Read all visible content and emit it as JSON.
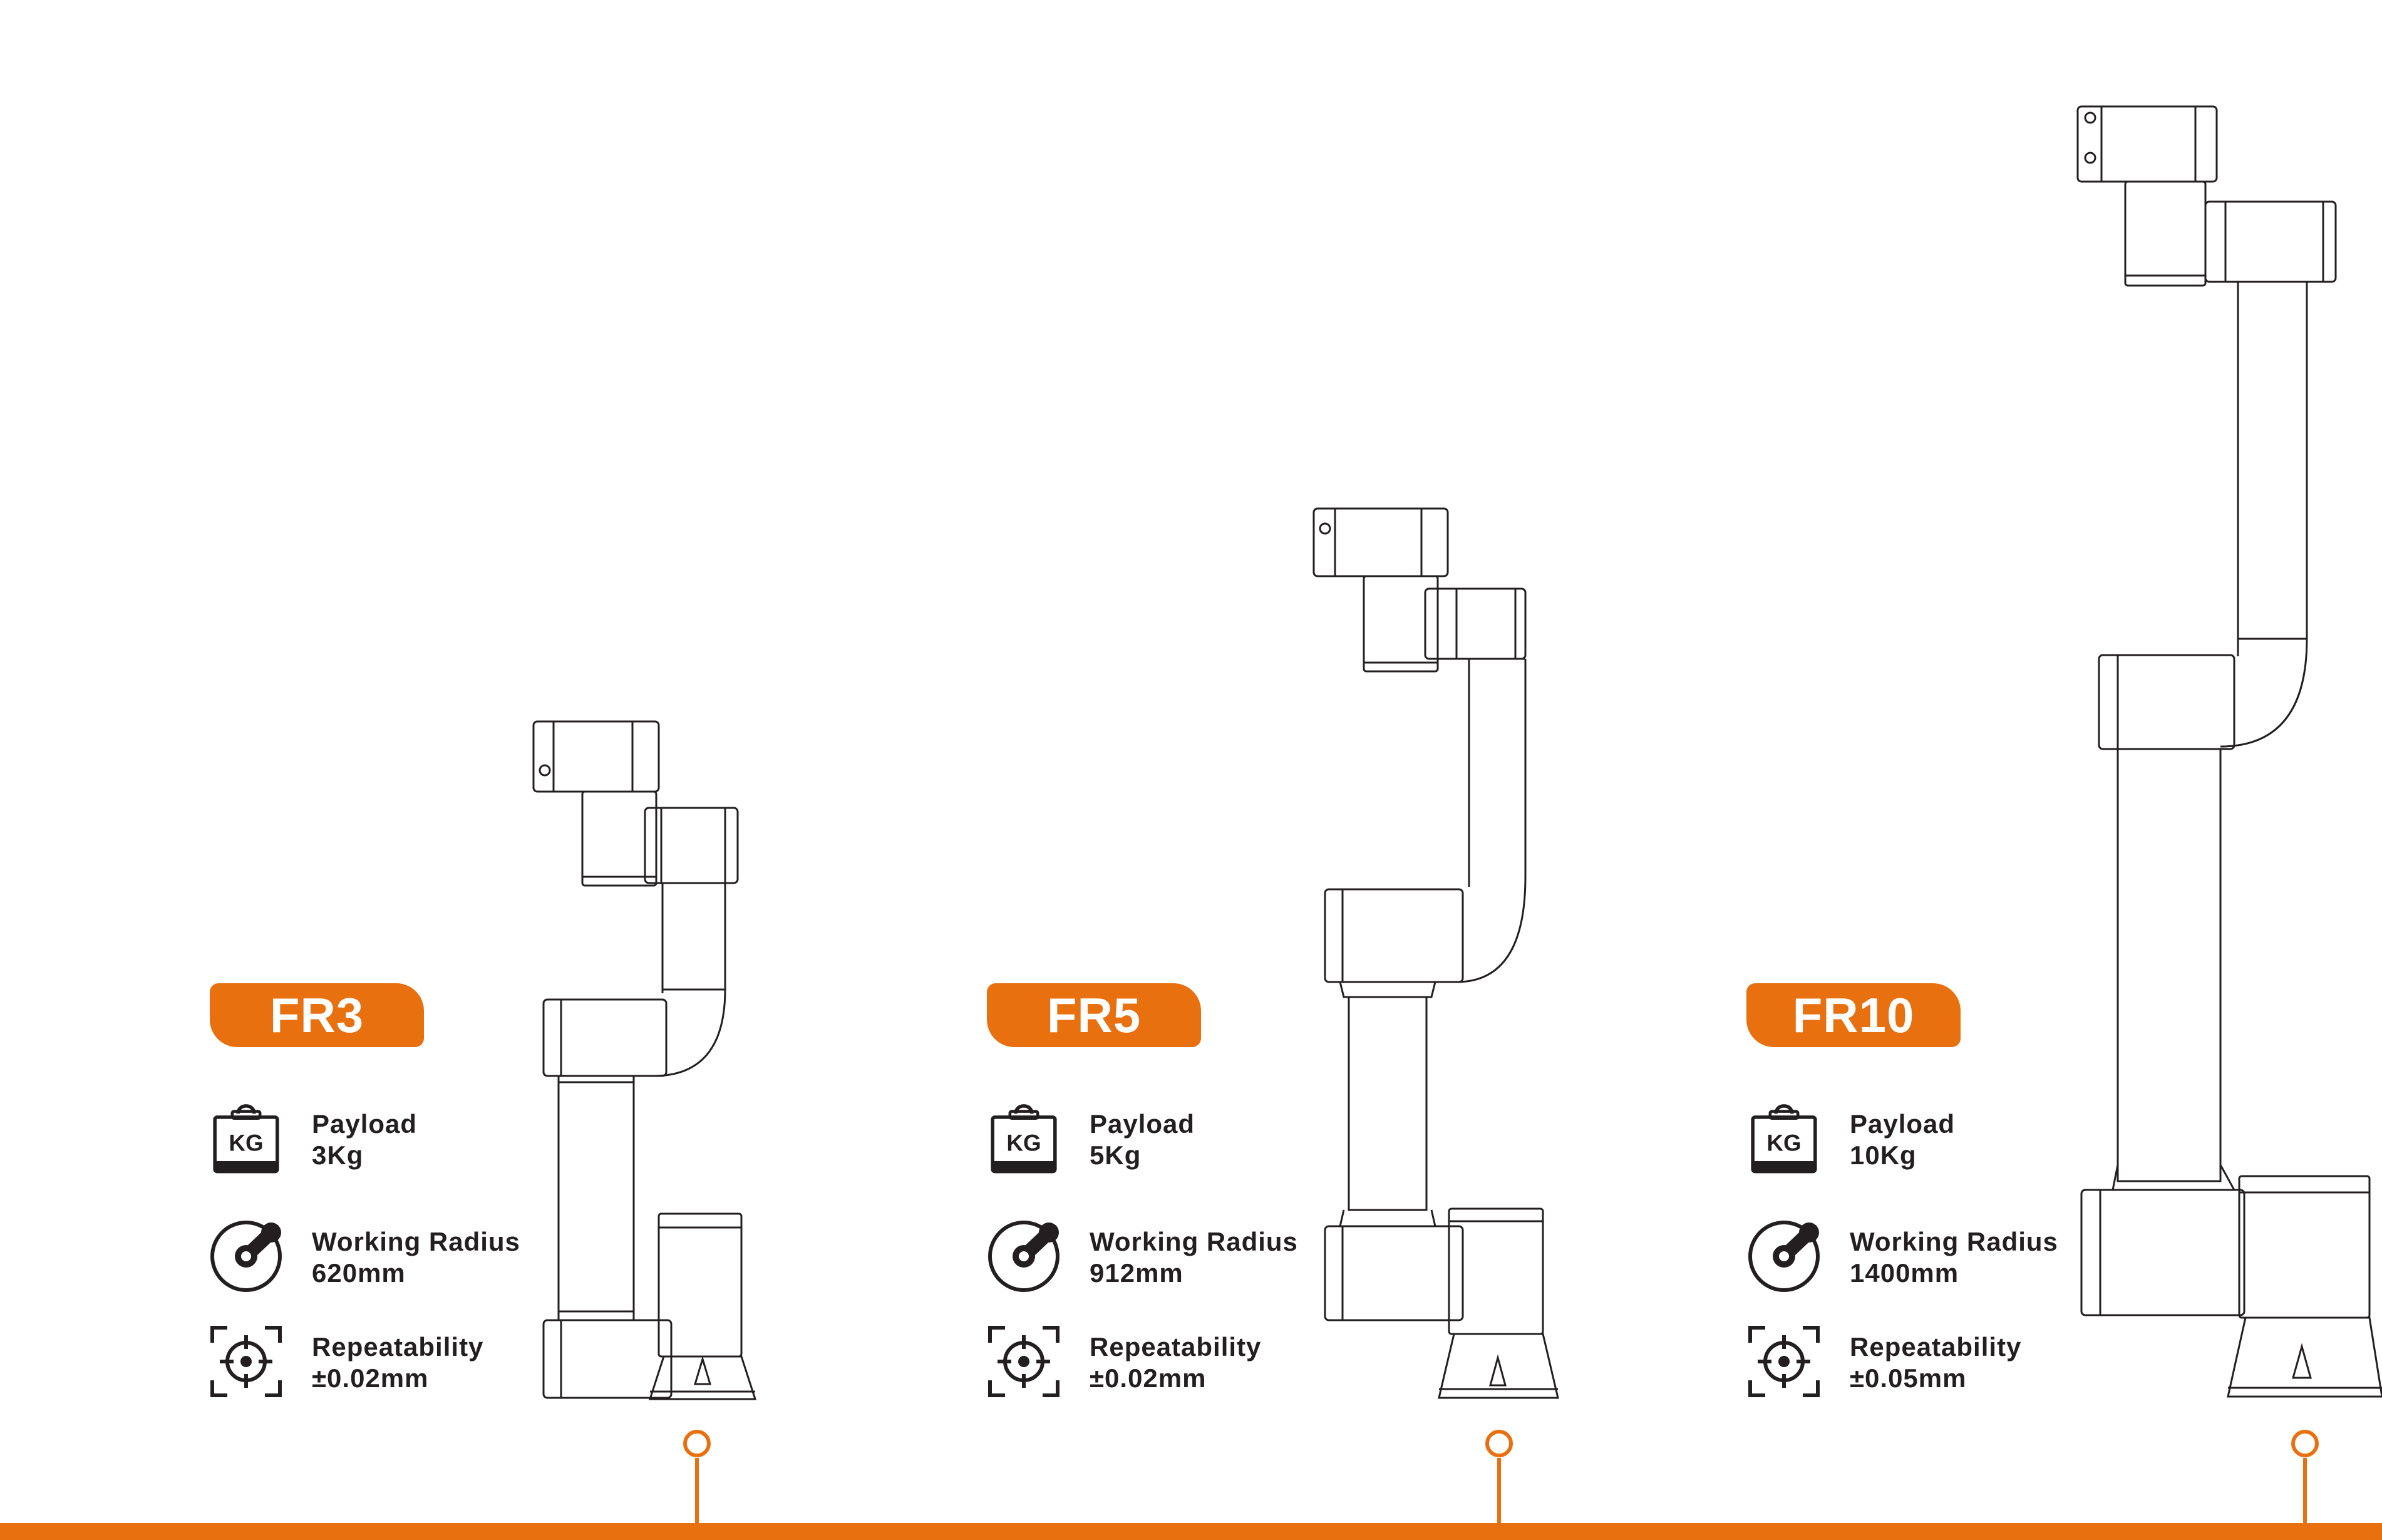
{
  "accent_color": "#e8700f",
  "text_color": "#231f20",
  "products": [
    {
      "model": "FR3",
      "specs": [
        {
          "icon": "kg-weight-icon",
          "label": "Payload",
          "value": "3Kg"
        },
        {
          "icon": "working-radius-icon",
          "label": "Working Radius",
          "value": "620mm"
        },
        {
          "icon": "repeatability-target-icon",
          "label": "Repeatability",
          "value": "±0.02mm"
        }
      ]
    },
    {
      "model": "FR5",
      "specs": [
        {
          "icon": "kg-weight-icon",
          "label": "Payload",
          "value": "5Kg"
        },
        {
          "icon": "working-radius-icon",
          "label": "Working Radius",
          "value": "912mm"
        },
        {
          "icon": "repeatability-target-icon",
          "label": "Repeatability",
          "value": "±0.02mm"
        }
      ]
    },
    {
      "model": "FR10",
      "specs": [
        {
          "icon": "kg-weight-icon",
          "label": "Payload",
          "value": "10Kg"
        },
        {
          "icon": "working-radius-icon",
          "label": "Working Radius",
          "value": "1400mm"
        },
        {
          "icon": "repeatability-target-icon",
          "label": "Repeatability",
          "value": "±0.05mm"
        }
      ]
    }
  ],
  "kg_icon_text": "KG"
}
